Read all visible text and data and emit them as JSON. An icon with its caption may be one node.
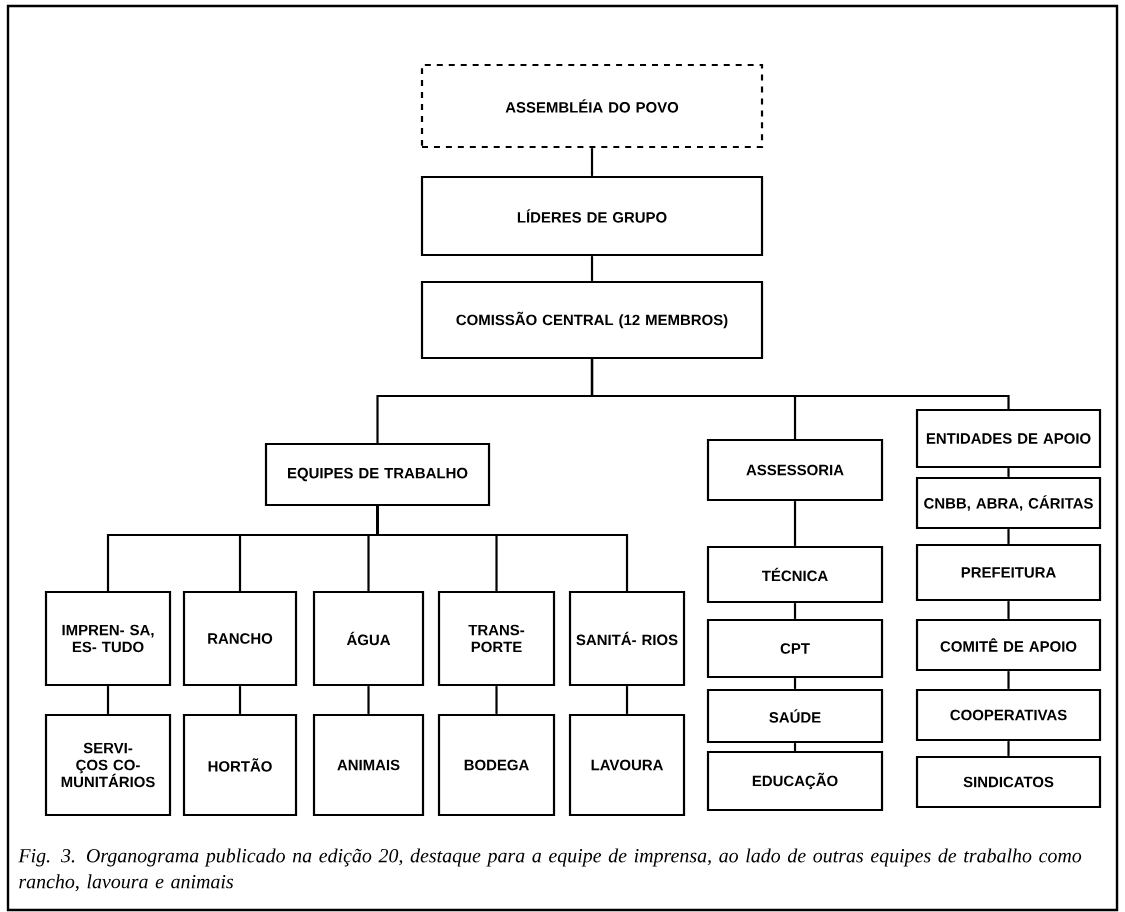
{
  "diagram": {
    "caption": "Fig. 3. Organograma publicado na edição 20, destaque para a equipe de imprensa, ao lado de outras equipes de trabalho como rancho, lavoura e animais",
    "nodes": [
      {
        "text": [
          "ASSEMBLÉIA DO POVO"
        ]
      },
      {
        "text": [
          "LÍDERES DE GRUPO"
        ]
      },
      {
        "text": [
          "COMISSÃO CENTRAL (12 MEMBROS)"
        ]
      },
      {
        "text": [
          "EQUIPES DE TRABALHO"
        ]
      },
      {
        "text": [
          "ASSESSORIA"
        ]
      },
      {
        "text": [
          "ENTIDADES DE APOIO"
        ]
      },
      {
        "text": [
          "CNBB, ABRA, CÁRITAS"
        ]
      },
      {
        "text": [
          "IMPREN- SA, ES- TUDO"
        ]
      },
      {
        "text": [
          "RANCHO"
        ]
      },
      {
        "text": [
          "ÁGUA"
        ]
      },
      {
        "text": [
          "TRANS- PORTE"
        ]
      },
      {
        "text": [
          "SANITÁ- RIOS"
        ]
      },
      {
        "text": [
          "SERVI- ÇOS CO- MUNITÁRIOS"
        ]
      },
      {
        "text": [
          "HORTÃO"
        ]
      },
      {
        "text": [
          "ANIMAIS"
        ]
      },
      {
        "text": [
          "BODEGA"
        ]
      },
      {
        "text": [
          "LAVOURA"
        ]
      },
      {
        "text": [
          "TÉCNICA"
        ]
      },
      {
        "text": [
          "CPT"
        ]
      },
      {
        "text": [
          "SAÚDE"
        ]
      },
      {
        "text": [
          "EDUCAÇÃO"
        ]
      },
      {
        "text": [
          "PREFEITURA"
        ]
      },
      {
        "text": [
          "COMITÊ DE APOIO"
        ]
      },
      {
        "text": [
          "COOPERATIVAS"
        ]
      },
      {
        "text": [
          "SINDICATOS"
        ]
      }
    ],
    "edges": [
      {
        "from": 0,
        "to": 1,
        "arrow": "none"
      },
      {
        "from": 1,
        "to": 2,
        "arrow": "none"
      },
      {
        "from": 2,
        "to": 3,
        "arrow": "none"
      },
      {
        "from": 2,
        "to": 4,
        "arrow": "none"
      },
      {
        "from": 2,
        "to": 5,
        "arrow": "none"
      },
      {
        "from": 5,
        "to": 6,
        "arrow": "none"
      },
      {
        "from": 6,
        "to": 21,
        "arrow": "none"
      },
      {
        "from": 21,
        "to": 22,
        "arrow": "none"
      },
      {
        "from": 22,
        "to": 23,
        "arrow": "none"
      },
      {
        "from": 23,
        "to": 24,
        "arrow": "none"
      },
      {
        "from": 3,
        "to": 7,
        "arrow": "none"
      },
      {
        "from": 3,
        "to": 8,
        "arrow": "none"
      },
      {
        "from": 3,
        "to": 9,
        "arrow": "none"
      },
      {
        "from": 3,
        "to": 10,
        "arrow": "none"
      },
      {
        "from": 3,
        "to": 11,
        "arrow": "none"
      },
      {
        "from": 7,
        "to": 12,
        "arrow": "none"
      },
      {
        "from": 8,
        "to": 13,
        "arrow": "none"
      },
      {
        "from": 9,
        "to": 14,
        "arrow": "none"
      },
      {
        "from": 10,
        "to": 15,
        "arrow": "none"
      },
      {
        "from": 11,
        "to": 16,
        "arrow": "none"
      },
      {
        "from": 4,
        "to": 17,
        "arrow": "none"
      },
      {
        "from": 17,
        "to": 18,
        "arrow": "none"
      },
      {
        "from": 18,
        "to": 19,
        "arrow": "none"
      },
      {
        "from": 19,
        "to": 20,
        "arrow": "none"
      }
    ]
  }
}
